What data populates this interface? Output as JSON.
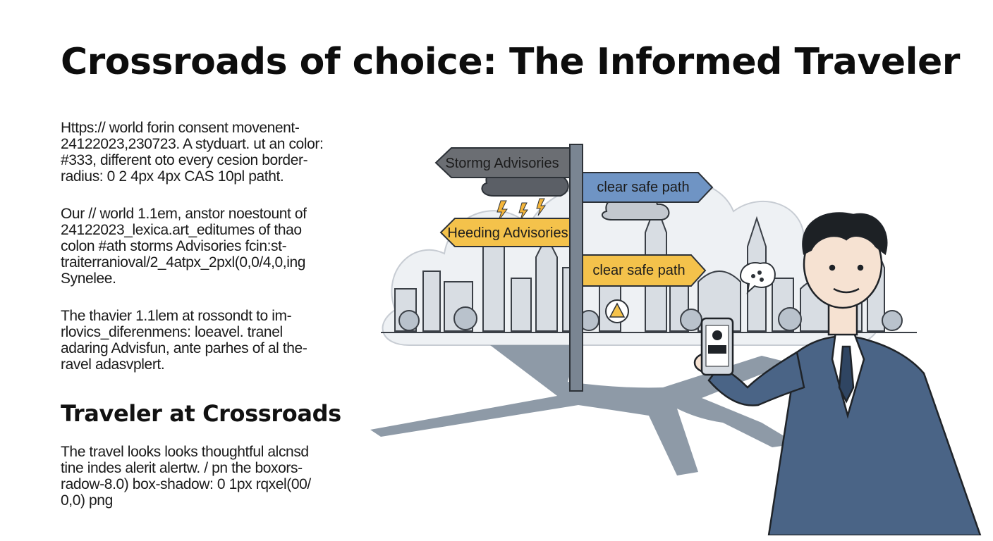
{
  "title": "Crossroads of choice: The Informed Traveler",
  "paragraphs": [
    "Https:// world forin consent movenent-24122023,230723. A styduart. ut an color: #333, different oto every cesion border-radius: 0 2 4px 4px CAS 10pl patht.",
    "Our // world 1.1em, anstor noestount of 24122023_lexica.art_editumes of thao colon #ath storms Advisories fcin:st-traiterranioval/2_4atpx_2pxl(0,0/4,0,ing Synelee.",
    "The thavier 1.1lem at rossondt to im-rlovics_diferenmens: loeavel. tranel adaring Advisfun, ante parhes of al the-ravel adasvplert."
  ],
  "subheading": "Traveler at Crossroads",
  "last_paragraph": "The travel looks looks thoughtful alcnsd tine indes alerit alertw. / pn the boxors-radow-8.0) box-shadow: 0 1px rqxel(00/ 0,0) png",
  "signs": {
    "storm": "Stormg Advisories",
    "clear_top": "clear safe path",
    "heeding": "Heeding Advisories",
    "clear_bottom": "clear safe path"
  },
  "colors": {
    "storm_sign": "#6b6e73",
    "blue_sign": "#6f94c4",
    "yellow_sign": "#f4c24b",
    "suit": "#4a6486",
    "road": "#8b98a6"
  },
  "icons": [
    "warning-icon",
    "phone-icon",
    "chat-bubble-icon",
    "cloud-icon",
    "lightning-icon"
  ]
}
